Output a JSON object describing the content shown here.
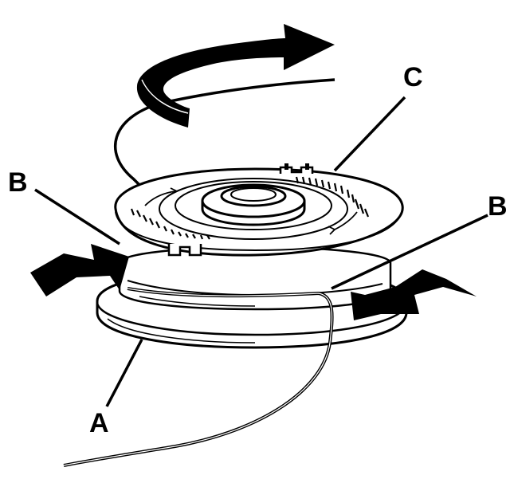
{
  "labels": {
    "a": "A",
    "b_left": "B",
    "b_right": "B",
    "c": "C"
  },
  "colors": {
    "ink": "#000000",
    "paper": "#ffffff"
  },
  "icons": {
    "rotation": "curved-rotation-arrow-icon",
    "push_left": "push-arrow-right-icon",
    "push_right": "push-arrow-left-icon"
  }
}
